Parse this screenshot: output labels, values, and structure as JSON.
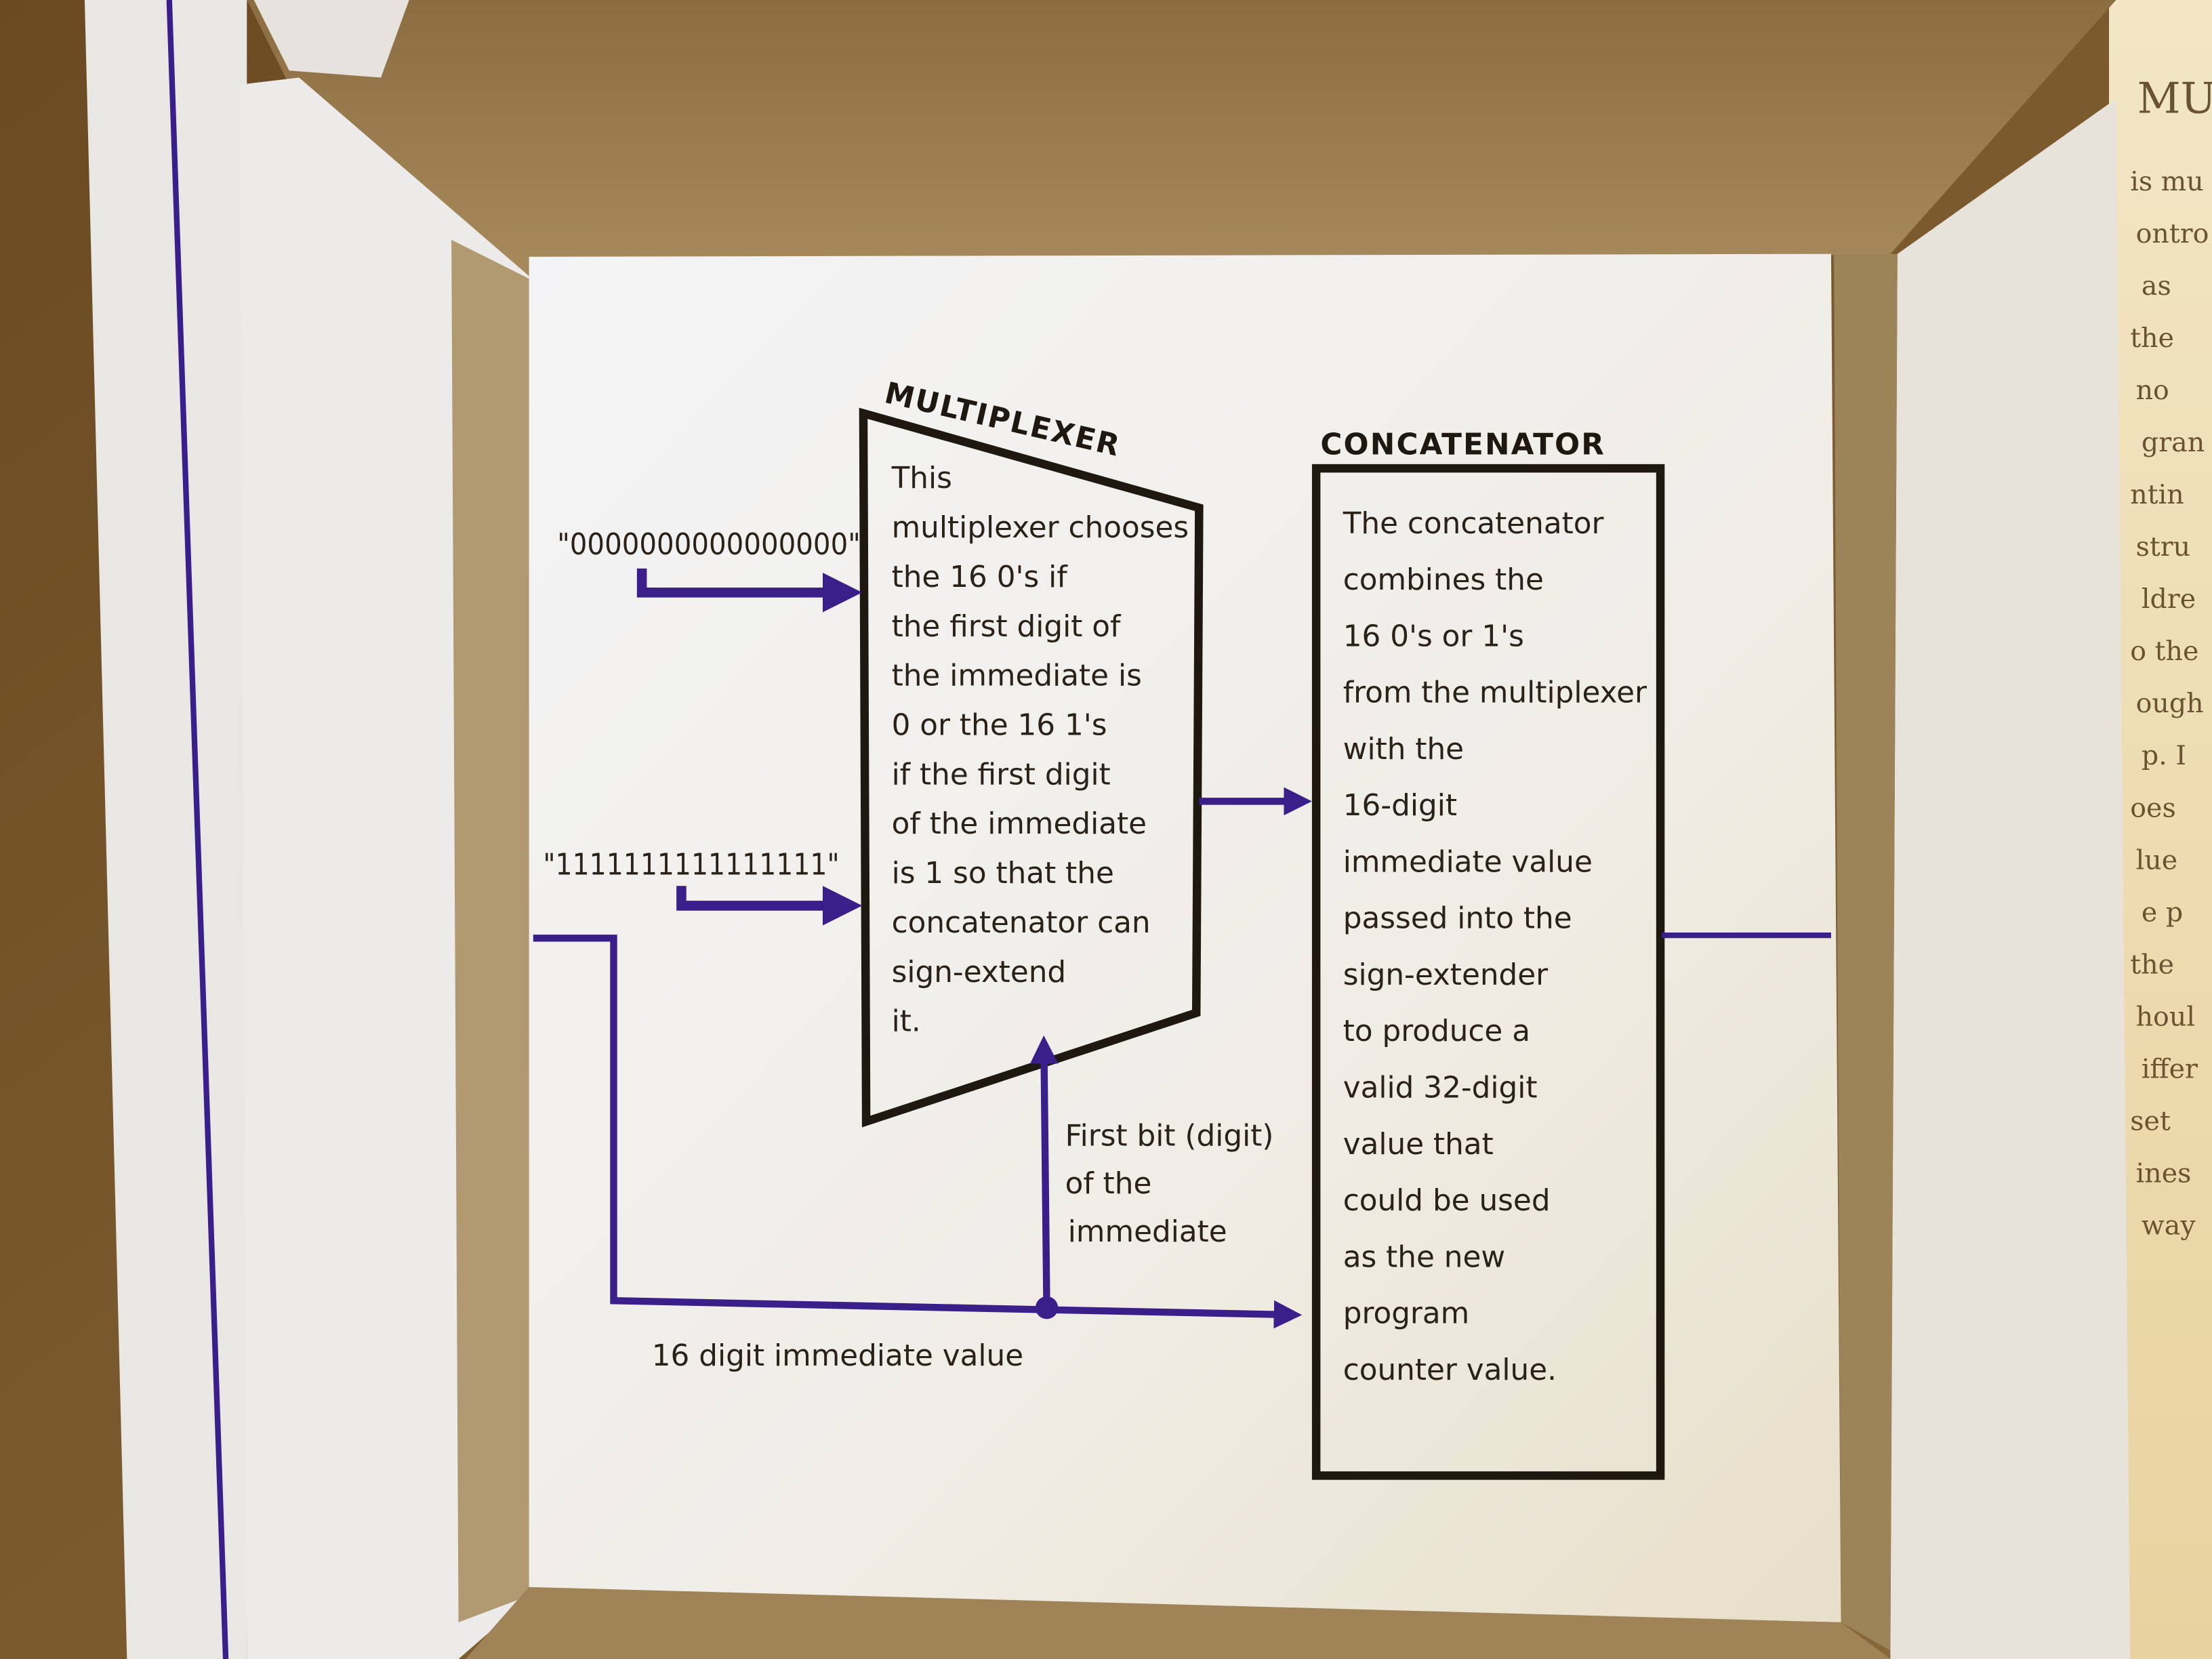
{
  "multiplexer": {
    "title": "MULTIPLEXER",
    "description_lines": [
      "This",
      "multiplexer chooses",
      "the 16 0's if",
      "the first digit of",
      "the immediate is",
      "0 or the 16 1's",
      "if the first digit",
      "of the immediate",
      "is 1 so that the",
      "concatenator can",
      "sign-extend",
      "it."
    ]
  },
  "concatenator": {
    "title": "CONCATENATOR",
    "description_lines": [
      "The concatenator",
      "combines the",
      "16 0's or 1's",
      "from the multiplexer",
      "with the",
      "16-digit",
      "immediate value",
      "passed into the",
      "sign-extender",
      "to produce a",
      "valid 32-digit",
      "value that",
      "could be used",
      "as the new",
      "program",
      "counter value."
    ]
  },
  "inputs": {
    "zeros": "\"0000000000000000\"",
    "ones": "\"1111111111111111\""
  },
  "labels": {
    "first_bit": [
      "First bit (digit)",
      "of the",
      "immediate"
    ],
    "immediate_value": "16 digit immediate value"
  },
  "side_note": {
    "title": "MU",
    "lines": [
      "is mu",
      "ontro",
      "as",
      "the",
      "no",
      "gran",
      "ntin",
      "stru",
      "ldre",
      "o the",
      "ough",
      "p. I",
      "oes",
      "lue",
      "e p",
      "the",
      "houl",
      "iffer",
      "set",
      "ines",
      "way"
    ]
  },
  "colors": {
    "ink": "#1e1810",
    "wire": "#3a1e8a",
    "paper": "#f2f1ee",
    "cardboard": "#9a7a4a"
  }
}
